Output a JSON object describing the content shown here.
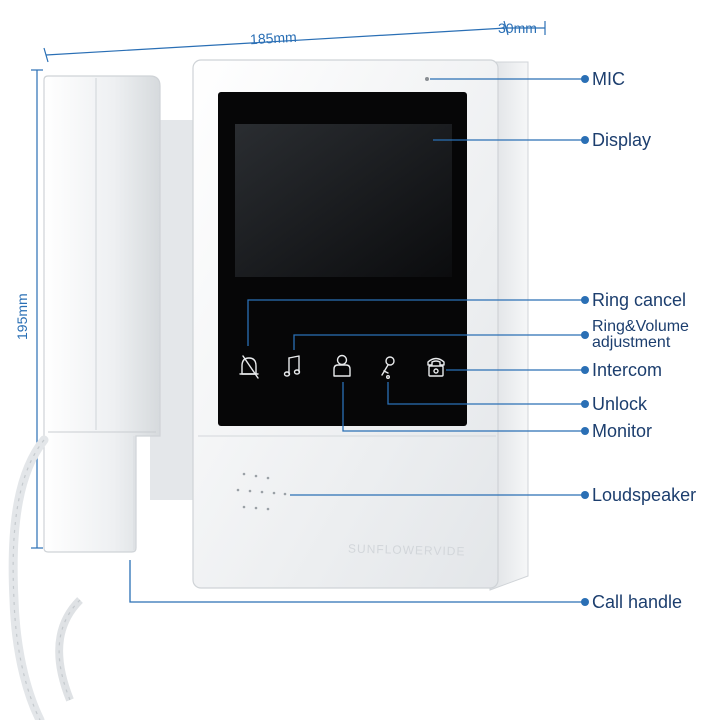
{
  "dimensions": {
    "width": "185mm",
    "depth": "30mm",
    "height": "195mm"
  },
  "brand": "SUNFLOWERVIDE",
  "callouts": {
    "mic": "MIC",
    "display": "Display",
    "ring_cancel": "Ring cancel",
    "ring_volume_line1": "Ring&Volume",
    "ring_volume_line2": "adjustment",
    "intercom": "Intercom",
    "unlock": "Unlock",
    "monitor": "Monitor",
    "loudspeaker": "Loudspeaker",
    "call_handle": "Call handle"
  },
  "buttons": [
    {
      "icon": "bell-off-icon"
    },
    {
      "icon": "music-note-icon"
    },
    {
      "icon": "person-icon"
    },
    {
      "icon": "key-icon"
    },
    {
      "icon": "phone-icon"
    }
  ],
  "colors": {
    "accent": "#2a6fb5",
    "label": "#1c3e6e",
    "screen": "#0d0d0f",
    "housing": "#f1f3f5"
  }
}
